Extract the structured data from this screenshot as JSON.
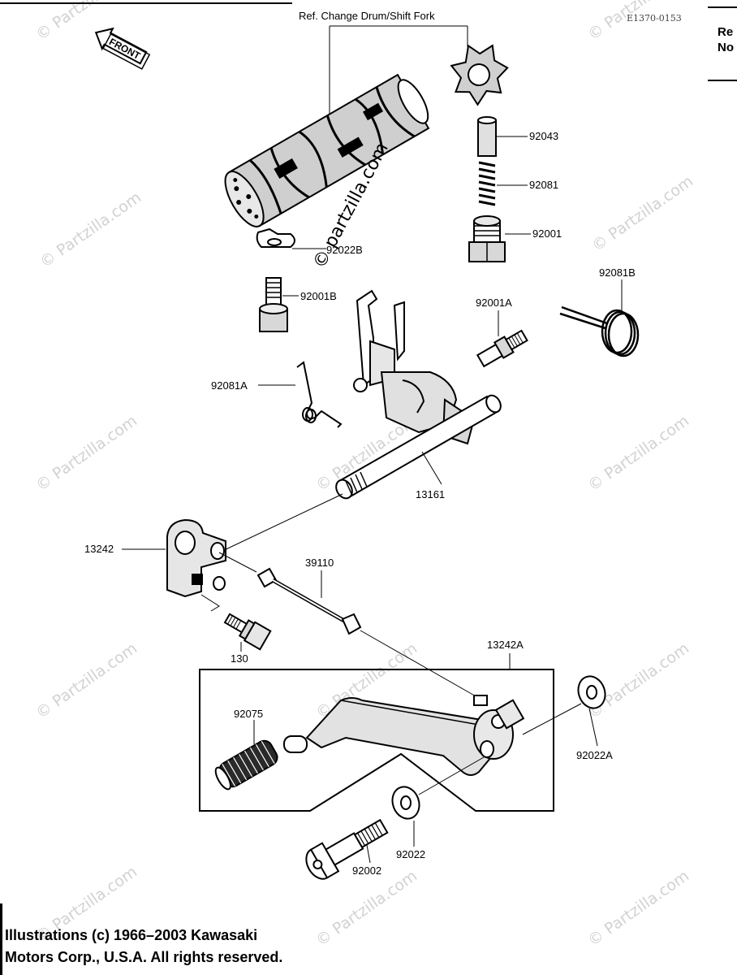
{
  "header": {
    "ref_label": "Ref. Change Drum/Shift Fork",
    "drawing_code": "E1370-0153",
    "front_label": "FRONT",
    "side_text_1": "Re",
    "side_text_2": "No"
  },
  "parts": [
    {
      "part_no": "92043"
    },
    {
      "part_no": "92081"
    },
    {
      "part_no": "92001"
    },
    {
      "part_no": "92022B"
    },
    {
      "part_no": "92001B"
    },
    {
      "part_no": "92081B"
    },
    {
      "part_no": "92001A"
    },
    {
      "part_no": "92081A"
    },
    {
      "part_no": "13161"
    },
    {
      "part_no": "13242"
    },
    {
      "part_no": "39110"
    },
    {
      "part_no": "130"
    },
    {
      "part_no": "13242A"
    },
    {
      "part_no": "92075"
    },
    {
      "part_no": "92022A"
    },
    {
      "part_no": "92022"
    },
    {
      "part_no": "92002"
    }
  ],
  "watermark": {
    "text": "© Partzilla.com",
    "center_text": "© partzilla.com"
  },
  "copyright": {
    "line1": "Illustrations (c) 1966–2003 Kawasaki",
    "line2": "Motors Corp., U.S.A.  All rights reserved."
  }
}
